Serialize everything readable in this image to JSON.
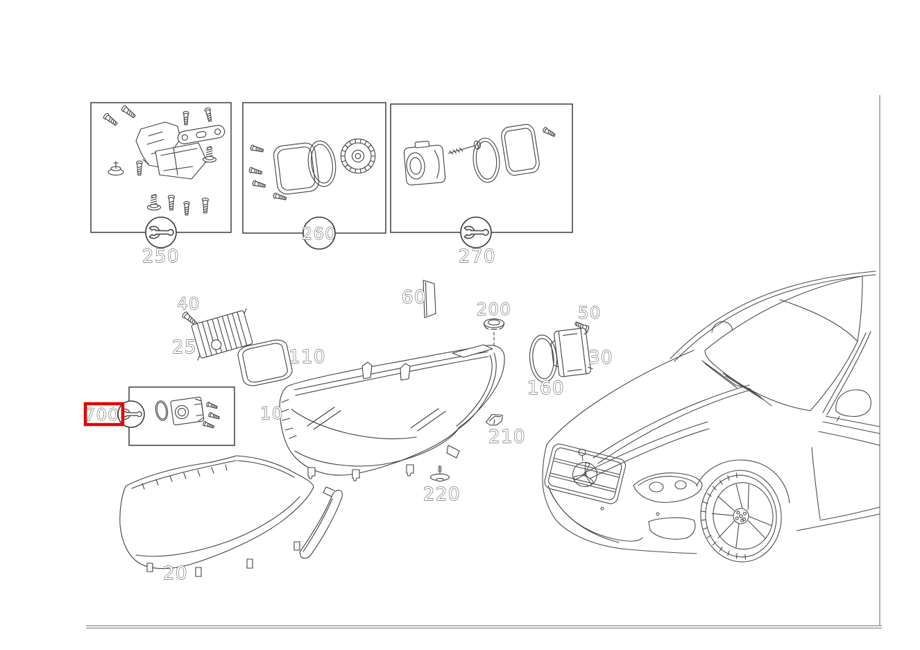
{
  "page": {
    "background_color": "#ffffff",
    "line_color": "#3f3f3f",
    "frame_color": "#9e9e9e",
    "highlight_color": "#e60000",
    "label_style": "hollow-outline-digits"
  },
  "diagram": {
    "type": "exploded-parts-catalog-illustration",
    "subject": "headlamp assembly and mounting parts with front three-quarter line drawing of a coupe",
    "highlighted_callout": "700",
    "wrench_icon_circles": [
      "250",
      "270",
      "700"
    ],
    "number_in_circle": [
      "260"
    ]
  },
  "labels": {
    "l250": "250",
    "l260": "260",
    "l270": "270",
    "l700": "700",
    "l10": "10",
    "l20": "20",
    "l25": "25",
    "l30": "30",
    "l40": "40",
    "l50": "50",
    "l60": "60",
    "l110": "110",
    "l160": "160",
    "l200": "200",
    "l210": "210",
    "l220": "220"
  },
  "callouts": [
    {
      "id": "250",
      "label": "250",
      "kind": "boxed-kit",
      "icon": "wrench",
      "highlighted": false
    },
    {
      "id": "260",
      "label": "260",
      "kind": "boxed-kit",
      "icon": "number-circle",
      "highlighted": false
    },
    {
      "id": "270",
      "label": "270",
      "kind": "boxed-kit",
      "icon": "wrench",
      "highlighted": false
    },
    {
      "id": "700",
      "label": "700",
      "kind": "boxed-kit",
      "icon": "wrench",
      "highlighted": true
    },
    {
      "id": "10",
      "label": "10",
      "kind": "part",
      "highlighted": false
    },
    {
      "id": "20",
      "label": "20",
      "kind": "part",
      "highlighted": false
    },
    {
      "id": "25",
      "label": "25",
      "kind": "part",
      "highlighted": false
    },
    {
      "id": "30",
      "label": "30",
      "kind": "part",
      "highlighted": false
    },
    {
      "id": "40",
      "label": "40",
      "kind": "part",
      "highlighted": false
    },
    {
      "id": "50",
      "label": "50",
      "kind": "part",
      "highlighted": false
    },
    {
      "id": "60",
      "label": "60",
      "kind": "part",
      "highlighted": false
    },
    {
      "id": "110",
      "label": "110",
      "kind": "part",
      "highlighted": false
    },
    {
      "id": "160",
      "label": "160",
      "kind": "part",
      "highlighted": false
    },
    {
      "id": "200",
      "label": "200",
      "kind": "part",
      "highlighted": false
    },
    {
      "id": "210",
      "label": "210",
      "kind": "part",
      "highlighted": false
    },
    {
      "id": "220",
      "label": "220",
      "kind": "part",
      "highlighted": false
    }
  ]
}
